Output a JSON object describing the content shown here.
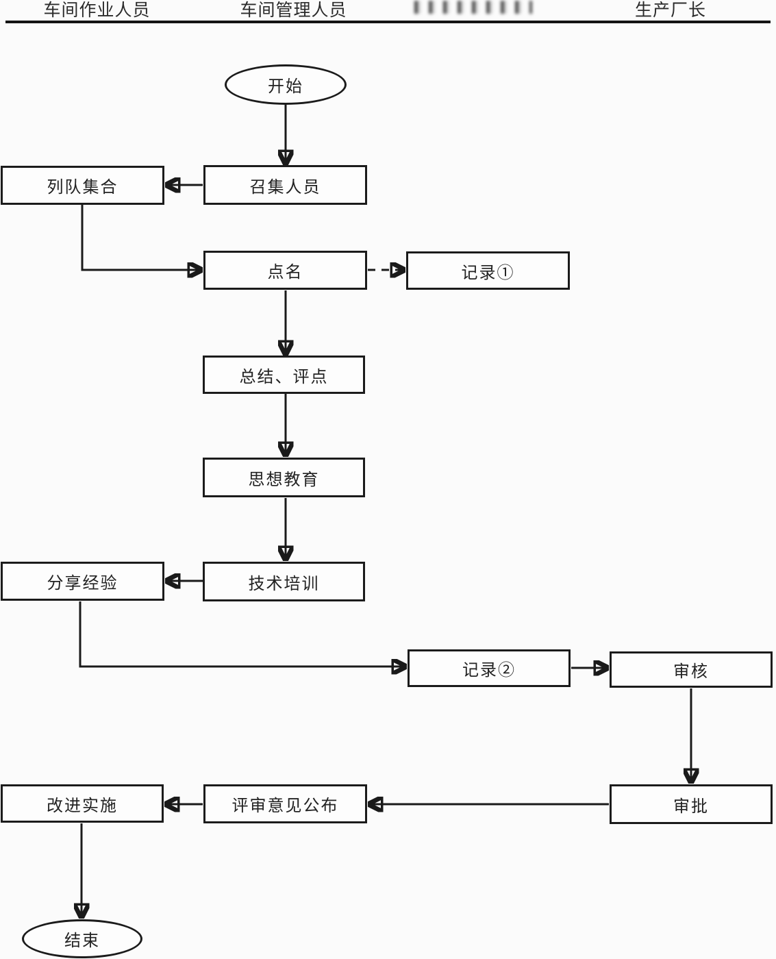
{
  "page": {
    "background": "#fbfbfb",
    "line_color": "#1a1a1a"
  },
  "header": {
    "columns": [
      {
        "label": "车间作业人员",
        "blurred": false
      },
      {
        "label": "车间管理人员",
        "blurred": false
      },
      {
        "label": "",
        "blurred": true
      },
      {
        "label": "生产厂长",
        "blurred": false
      }
    ]
  },
  "flowchart": {
    "nodes": {
      "start": {
        "label": "开始",
        "shape": "ellipse"
      },
      "assemble": {
        "label": "召集人员",
        "shape": "rect"
      },
      "lineup": {
        "label": "列队集合",
        "shape": "rect"
      },
      "rollcall": {
        "label": "点名",
        "shape": "rect"
      },
      "record1": {
        "label": "记录①",
        "shape": "rect"
      },
      "summary": {
        "label": "总结、评点",
        "shape": "rect"
      },
      "ideology": {
        "label": "思想教育",
        "shape": "rect"
      },
      "training": {
        "label": "技术培训",
        "shape": "rect"
      },
      "share": {
        "label": "分享经验",
        "shape": "rect"
      },
      "record2": {
        "label": "记录②",
        "shape": "rect"
      },
      "review": {
        "label": "审核",
        "shape": "rect"
      },
      "approval": {
        "label": "审批",
        "shape": "rect"
      },
      "announce": {
        "label": "评审意见公布",
        "shape": "rect"
      },
      "improve": {
        "label": "改进实施",
        "shape": "rect"
      },
      "end": {
        "label": "结束",
        "shape": "ellipse"
      }
    },
    "edges": [
      {
        "from": "start",
        "to": "assemble",
        "style": "solid"
      },
      {
        "from": "assemble",
        "to": "lineup",
        "style": "solid"
      },
      {
        "from": "lineup",
        "to": "rollcall",
        "style": "solid"
      },
      {
        "from": "rollcall",
        "to": "record1",
        "style": "dashed"
      },
      {
        "from": "rollcall",
        "to": "summary",
        "style": "solid"
      },
      {
        "from": "summary",
        "to": "ideology",
        "style": "solid"
      },
      {
        "from": "ideology",
        "to": "training",
        "style": "solid"
      },
      {
        "from": "training",
        "to": "share",
        "style": "solid"
      },
      {
        "from": "share",
        "to": "record2",
        "style": "solid"
      },
      {
        "from": "record2",
        "to": "review",
        "style": "solid"
      },
      {
        "from": "review",
        "to": "approval",
        "style": "solid"
      },
      {
        "from": "approval",
        "to": "announce",
        "style": "solid"
      },
      {
        "from": "announce",
        "to": "improve",
        "style": "solid"
      },
      {
        "from": "improve",
        "to": "end",
        "style": "solid"
      }
    ]
  }
}
